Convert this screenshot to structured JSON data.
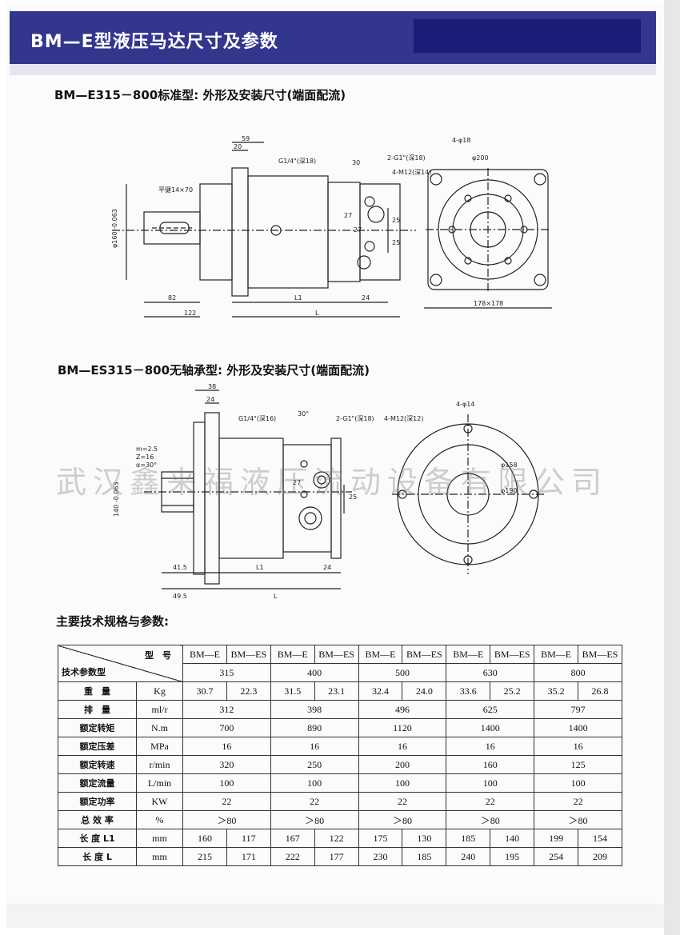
{
  "header": {
    "title": "BM—E型液压马达尺寸及参数"
  },
  "section1": {
    "title": "BM—E315－800标准型: 外形及安装尺寸(端面配流)",
    "labels": {
      "d59": "59",
      "d20": "20",
      "g14": "G1/4\"(深18)",
      "d30": "30",
      "g1": "2-G1\"(深18)",
      "m12": "4-M12(深14)",
      "key": "平键14×70",
      "phi160": "φ160 -0.063",
      "d27a": "27",
      "d27b": "27",
      "d25a": "25",
      "d25b": "25",
      "d82": "82",
      "d122": "122",
      "L1": "L1",
      "d24": "24",
      "L": "L",
      "holes": "4-φ18",
      "phi200": "φ200",
      "sq": "178×178"
    }
  },
  "section2": {
    "title": "BM—ES315－800无轴承型: 外形及安装尺寸(端面配流)",
    "labels": {
      "d38": "38",
      "d24a": "24",
      "g14": "G1/4\"(深16)",
      "d30": "30°",
      "g1": "2-G1\"(深18)",
      "m12": "4-M12(深12)",
      "spline1": "m=2.5",
      "spline2": "Z=16",
      "spline3": "α=30°",
      "phi140": "140 -0.063",
      "d27": "27",
      "d25": "25",
      "d41": "41.5",
      "L1": "L1",
      "d24b": "24",
      "d49": "49.5",
      "L": "L",
      "holes": "4-φ14",
      "phi158": "φ158",
      "phi190": "φ190"
    }
  },
  "watermark": "武汉鑫来福液压流动设备有限公司",
  "spec": {
    "title": "主要技术规格与参数:",
    "corner_top": "型　号",
    "corner_bottom": "技术参数型",
    "models": [
      "BM—E",
      "BM—ES",
      "BM—E",
      "BM—ES",
      "BM—E",
      "BM—ES",
      "BM—E",
      "BM—ES",
      "BM—E",
      "BM—ES"
    ],
    "sizes": [
      "315",
      "400",
      "500",
      "630",
      "800"
    ],
    "rows": [
      {
        "label": "重　量",
        "unit": "Kg",
        "split": true,
        "values": [
          "30.7",
          "22.3",
          "31.5",
          "23.1",
          "32.4",
          "24.0",
          "33.6",
          "25.2",
          "35.2",
          "26.8"
        ]
      },
      {
        "label": "排　量",
        "unit": "ml/r",
        "split": false,
        "values": [
          "312",
          "398",
          "496",
          "625",
          "797"
        ]
      },
      {
        "label": "额定转矩",
        "unit": "N.m",
        "split": false,
        "values": [
          "700",
          "890",
          "1120",
          "1400",
          "1400"
        ]
      },
      {
        "label": "额定压差",
        "unit": "MPa",
        "split": false,
        "values": [
          "16",
          "16",
          "16",
          "16",
          "16"
        ]
      },
      {
        "label": "额定转速",
        "unit": "r/min",
        "split": false,
        "values": [
          "320",
          "250",
          "200",
          "160",
          "125"
        ]
      },
      {
        "label": "额定流量",
        "unit": "L/min",
        "split": false,
        "values": [
          "100",
          "100",
          "100",
          "100",
          "100"
        ]
      },
      {
        "label": "额定功率",
        "unit": "KW",
        "split": false,
        "values": [
          "22",
          "22",
          "22",
          "22",
          "22"
        ]
      },
      {
        "label": "总 效 率",
        "unit": "%",
        "split": false,
        "values": [
          "＞80",
          "＞80",
          "＞80",
          "＞80",
          "＞80"
        ]
      },
      {
        "label": "长 度 L1",
        "unit": "mm",
        "split": true,
        "values": [
          "160",
          "117",
          "167",
          "122",
          "175",
          "130",
          "185",
          "140",
          "199",
          "154"
        ]
      },
      {
        "label": "长 度 L",
        "unit": "mm",
        "split": true,
        "values": [
          "215",
          "171",
          "222",
          "177",
          "230",
          "185",
          "240",
          "195",
          "254",
          "209"
        ]
      }
    ]
  }
}
